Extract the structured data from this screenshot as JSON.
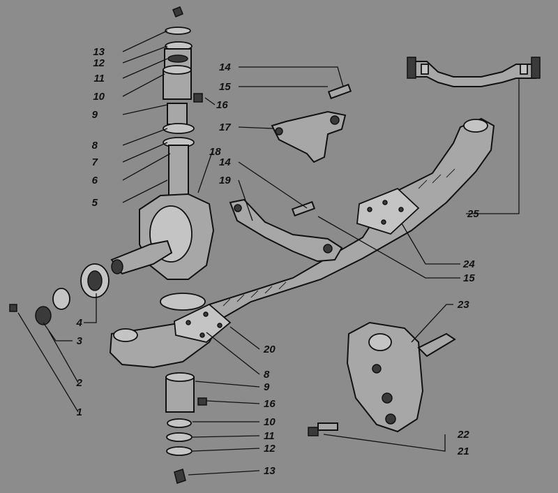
{
  "callouts": {
    "c1": "1",
    "c2": "2",
    "c3": "3",
    "c4": "4",
    "c5": "5",
    "c6": "6",
    "c7": "7",
    "c8a": "8",
    "c8b": "8",
    "c9a": "9",
    "c9b": "9",
    "c10a": "10",
    "c10b": "10",
    "c11a": "11",
    "c11b": "11",
    "c12a": "12",
    "c12b": "12",
    "c13a": "13",
    "c13b": "13",
    "c14a": "14",
    "c14b": "14",
    "c15a": "15",
    "c15b": "15",
    "c16a": "16",
    "c16b": "16",
    "c17": "17",
    "c18": "18",
    "c19": "19",
    "c20": "20",
    "c21": "21",
    "c22": "22",
    "c23": "23",
    "c24": "24",
    "c25": "25"
  },
  "colors": {
    "background": "#8c8c8c",
    "ink": "#111111",
    "part_fill": "#a7a7a7"
  }
}
